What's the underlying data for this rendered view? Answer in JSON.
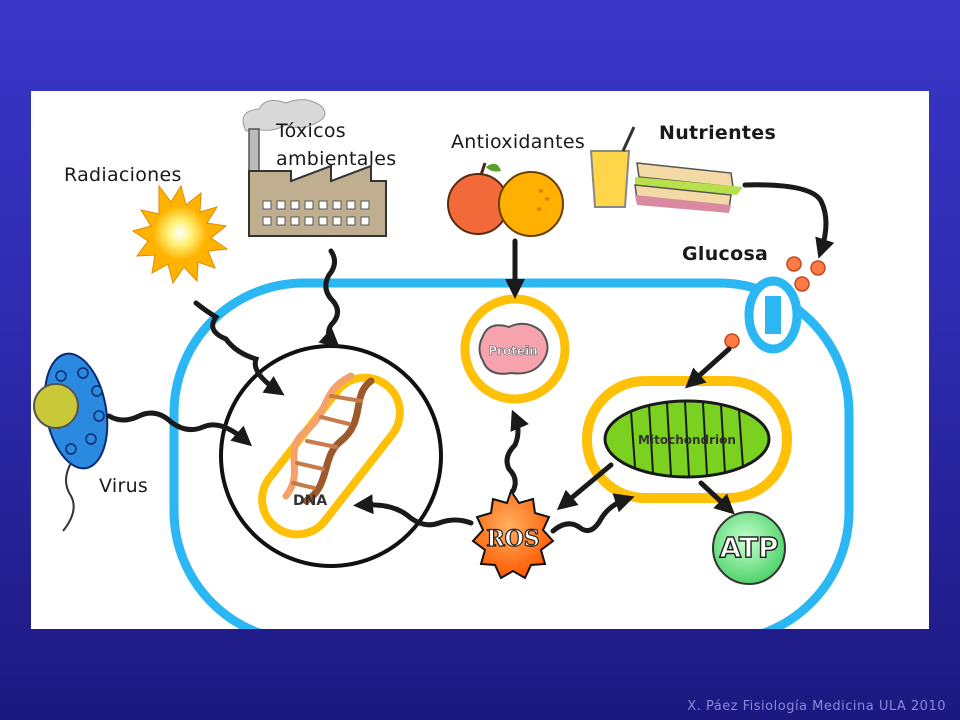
{
  "labels": {
    "toxicos_line1": "Tóxicos",
    "toxicos_line2": "ambientales",
    "antioxidantes": "Antioxidantes",
    "nutrientes": "Nutrientes",
    "radiaciones": "Radiaciones",
    "glucosa": "Glucosa",
    "virus": "Virus",
    "protein": "Protein",
    "mitochondrion": "Mitochondrion",
    "dna": "DNA",
    "ros": "ROS",
    "atp": "ATP"
  },
  "footer": "X. Páez Fisiología Medicina ULA 2010",
  "colors": {
    "background": "#2e2bb0",
    "cell_membrane": "#29b6f6",
    "organelle_ring": "#ffc107",
    "ros": "#ff6a00",
    "atp": "#7ee08a",
    "mitochondrion": "#7bd11f"
  }
}
